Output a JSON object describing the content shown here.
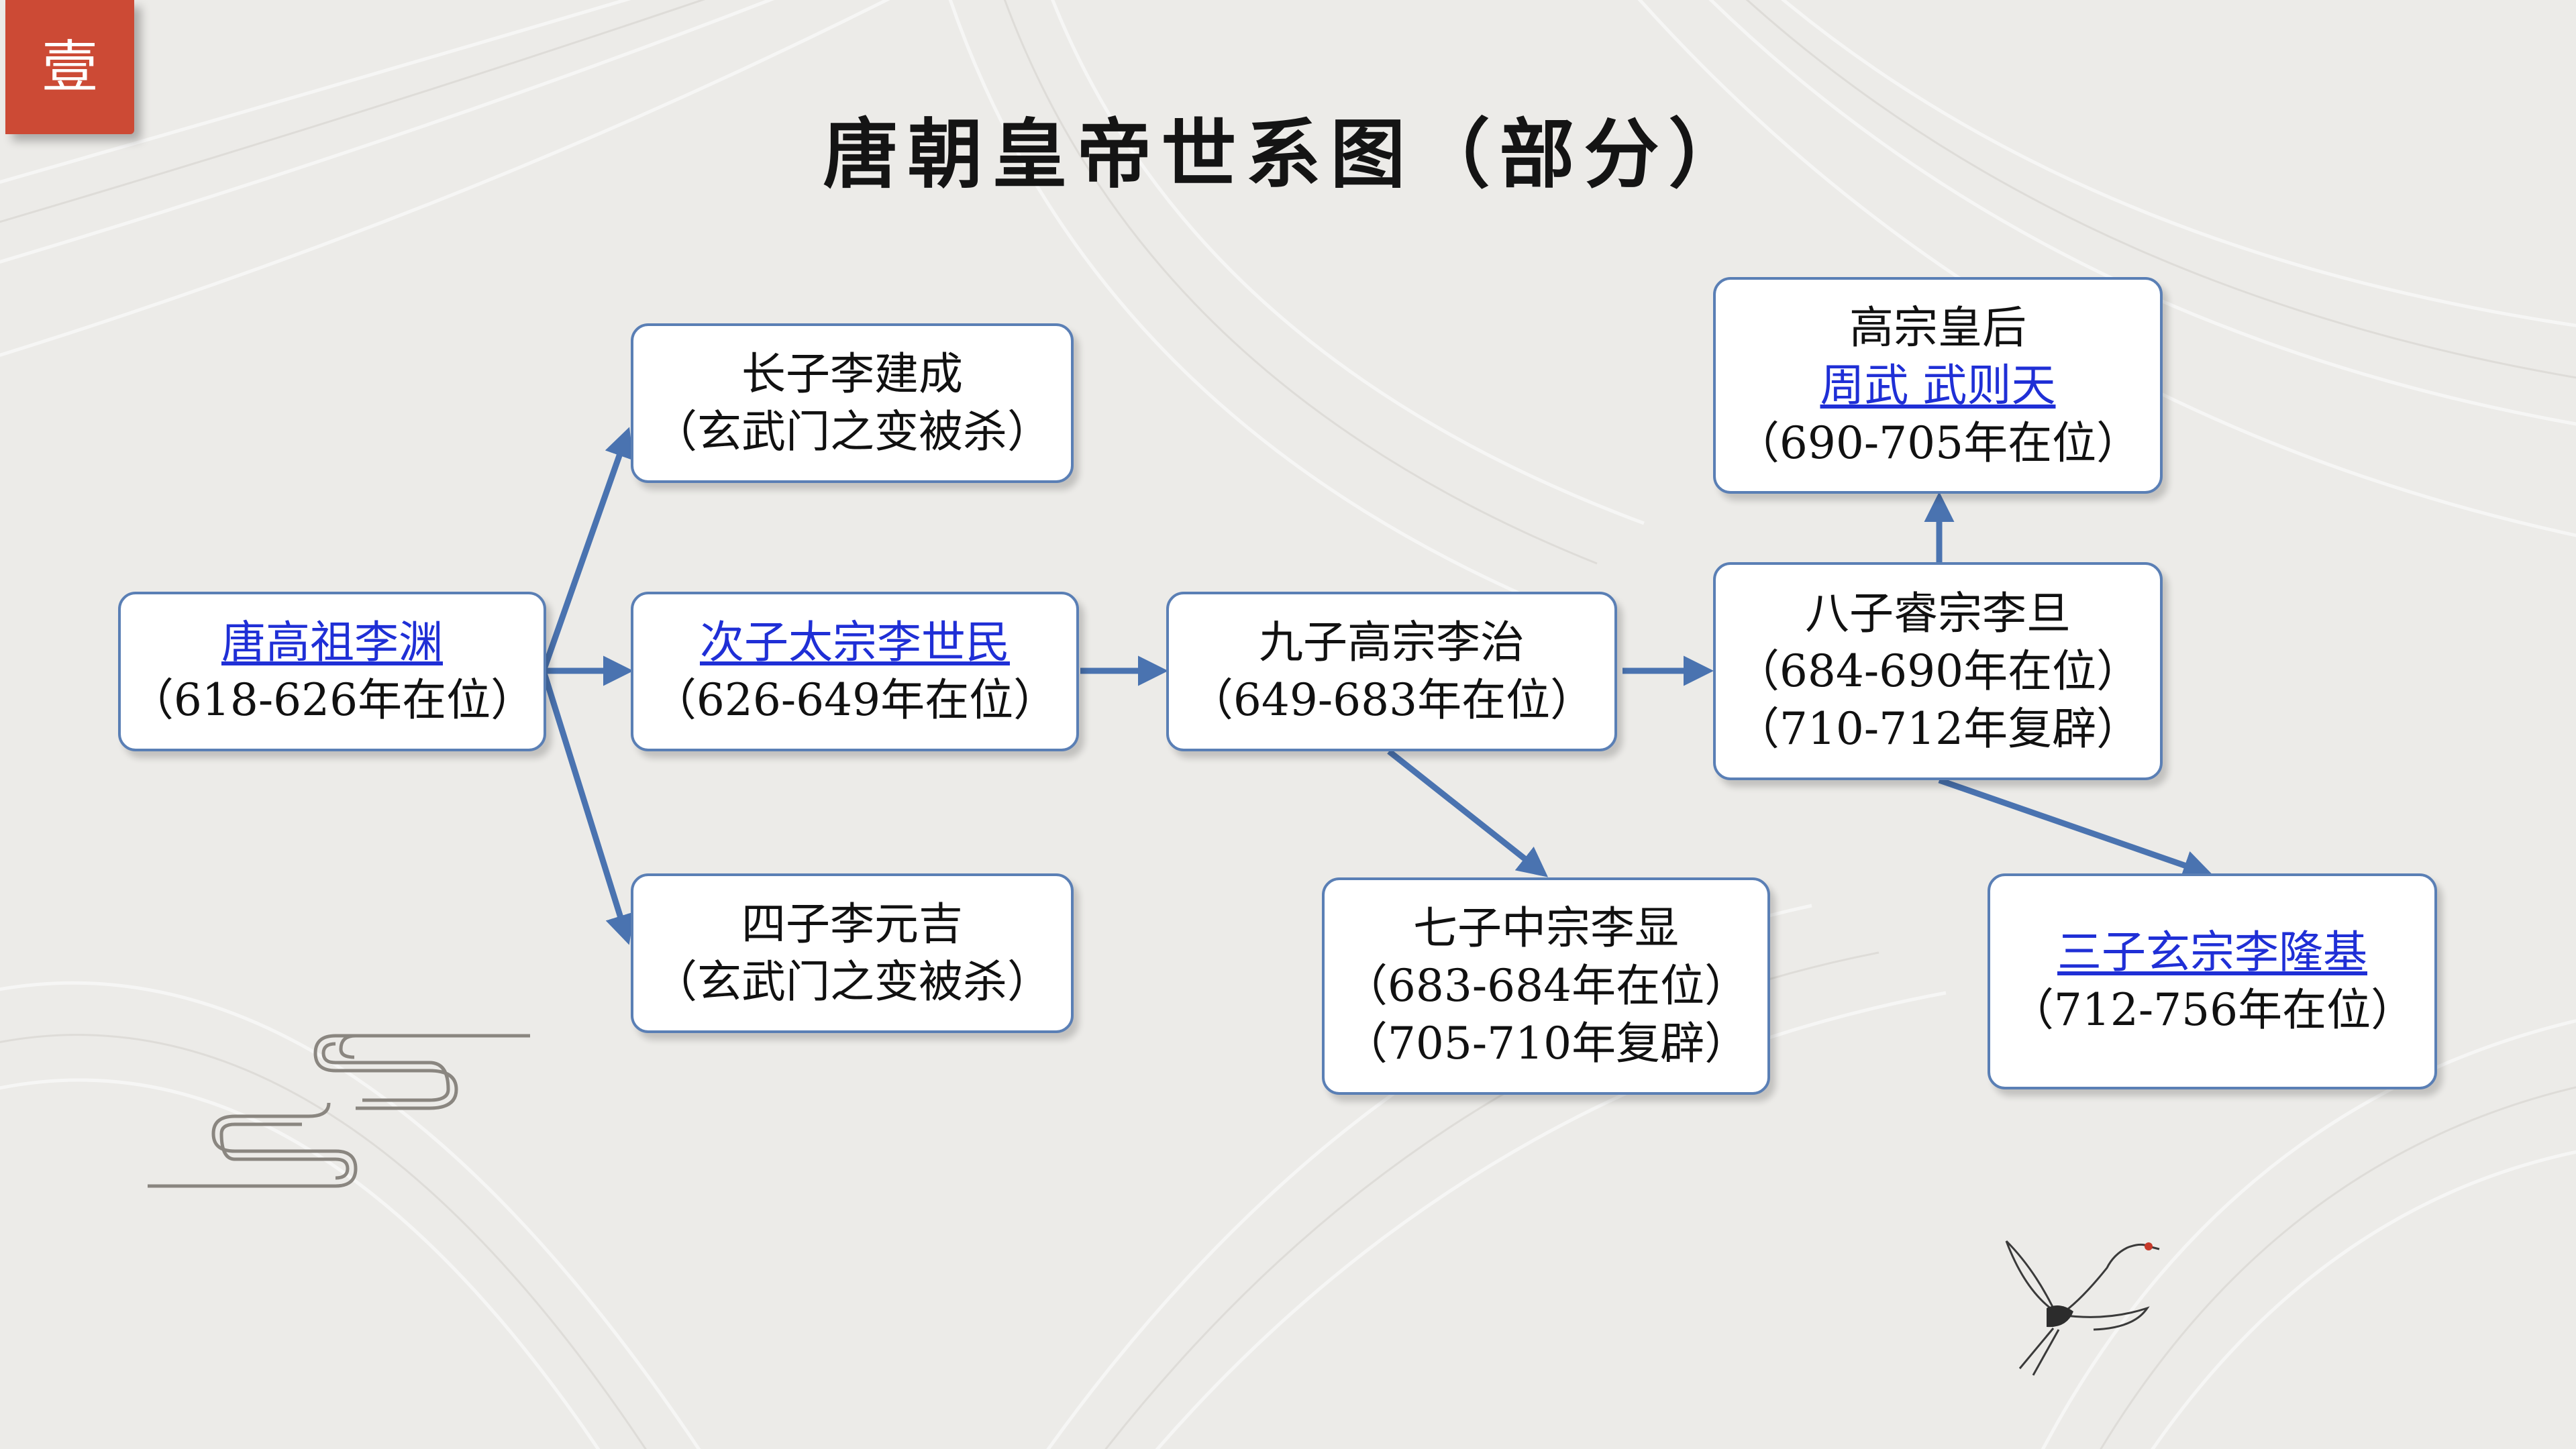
{
  "badge": "壹",
  "title": "唐朝皇帝世系图（部分）",
  "colors": {
    "accent": "#cc4a35",
    "border": "#5a7fb5",
    "arrow": "#4a73b0",
    "link": "#1f2fd6"
  },
  "nodes": {
    "gaozu": {
      "line1": "唐高祖李渊",
      "line2": "（618-626年在位）"
    },
    "jiancheng": {
      "line1": "长子李建成",
      "line2": "（玄武门之变被杀）"
    },
    "taizong": {
      "line1": "次子太宗李世民",
      "line2": "（626-649年在位）"
    },
    "yuanji": {
      "line1": "四子李元吉",
      "line2": "（玄武门之变被杀）"
    },
    "gaozong": {
      "line1": "九子高宗李治",
      "line2": "（649-683年在位）"
    },
    "zhongzong": {
      "line1": "七子中宗李显",
      "line2": "（683-684年在位）",
      "line3": "（705-710年复辟）"
    },
    "ruizong": {
      "line1": "八子睿宗李旦",
      "line2": "（684-690年在位）",
      "line3": "（710-712年复辟）"
    },
    "wuzetian": {
      "line1": "高宗皇后",
      "line2": "周武 武则天",
      "line3": "（690-705年在位）"
    },
    "xuanzong": {
      "line1": "三子玄宗李隆基",
      "line2": "（712-756年在位）"
    }
  },
  "icons": {
    "cloud": "auspicious-cloud-icon",
    "crane": "crane-icon"
  }
}
